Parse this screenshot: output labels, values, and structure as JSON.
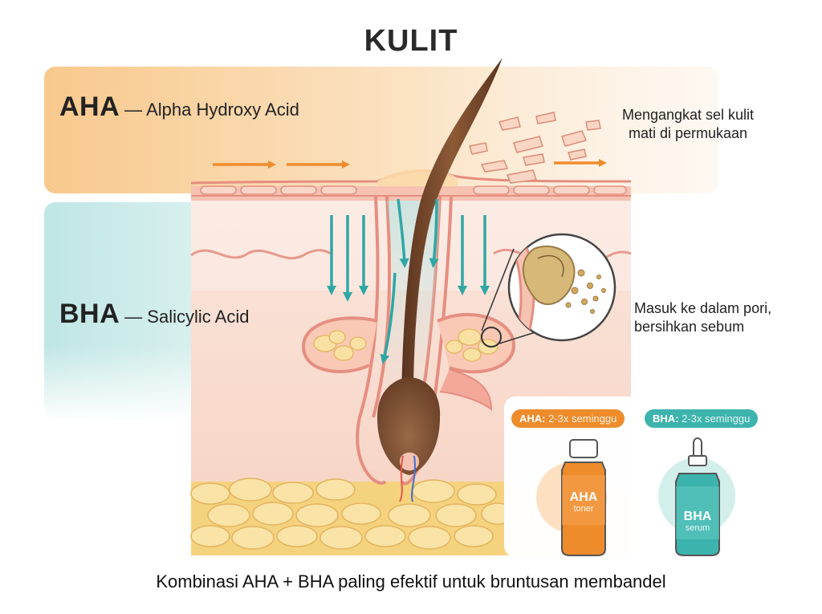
{
  "title": "KULIT",
  "aha": {
    "abbr": "AHA",
    "name": "— Alpha Hydroxy Acid",
    "effect": [
      "Mengangkat sel kulit",
      "mati di permukaan"
    ]
  },
  "bha": {
    "abbr": "BHA",
    "name": "— Salicylic Acid",
    "effect": [
      "Masuk ke dalam pori,",
      "bersihkan sebum"
    ]
  },
  "products": [
    {
      "tag_name": "AHA:",
      "tag_freq": "2-3x seminggu",
      "label": "AHA",
      "type": "toner",
      "color": "#ee8c2c"
    },
    {
      "tag_name": "BHA:",
      "tag_freq": "2-3x seminggu",
      "label": "BHA",
      "type": "serum",
      "color": "#3db3ad"
    }
  ],
  "caption": "Kombinasi AHA + BHA paling efektif untuk bruntusan membandel",
  "colors": {
    "aha": "#ee8c2c",
    "bha": "#3db3ad",
    "skin": "#f3b2a4",
    "fat": "#f7dc96",
    "hair": "#7a4a2c"
  }
}
